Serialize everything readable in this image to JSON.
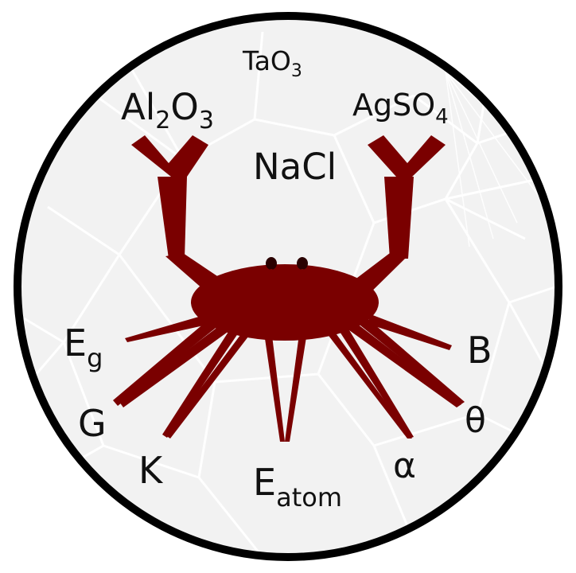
{
  "colors": {
    "background": "#f2f2f2",
    "border": "#000000",
    "crab": "#7a0000",
    "eye": "#2a0000",
    "web": "#ffffff",
    "text": "#111111"
  },
  "labels": {
    "tao3": {
      "base": "TaO",
      "sub": "3"
    },
    "al2o3": {
      "p1": "Al",
      "s1": "2",
      "p2": "O",
      "s2": "3"
    },
    "agso4": {
      "base": "AgSO",
      "sub": "4"
    },
    "nacl": "NaCl",
    "eg": {
      "base": "E",
      "sub": "g"
    },
    "g": "G",
    "k": "K",
    "eatom": {
      "base": "E",
      "sub": "atom"
    },
    "alpha": "α",
    "theta": "θ",
    "b": "B"
  },
  "icons": {
    "logo": "crab-icon"
  }
}
